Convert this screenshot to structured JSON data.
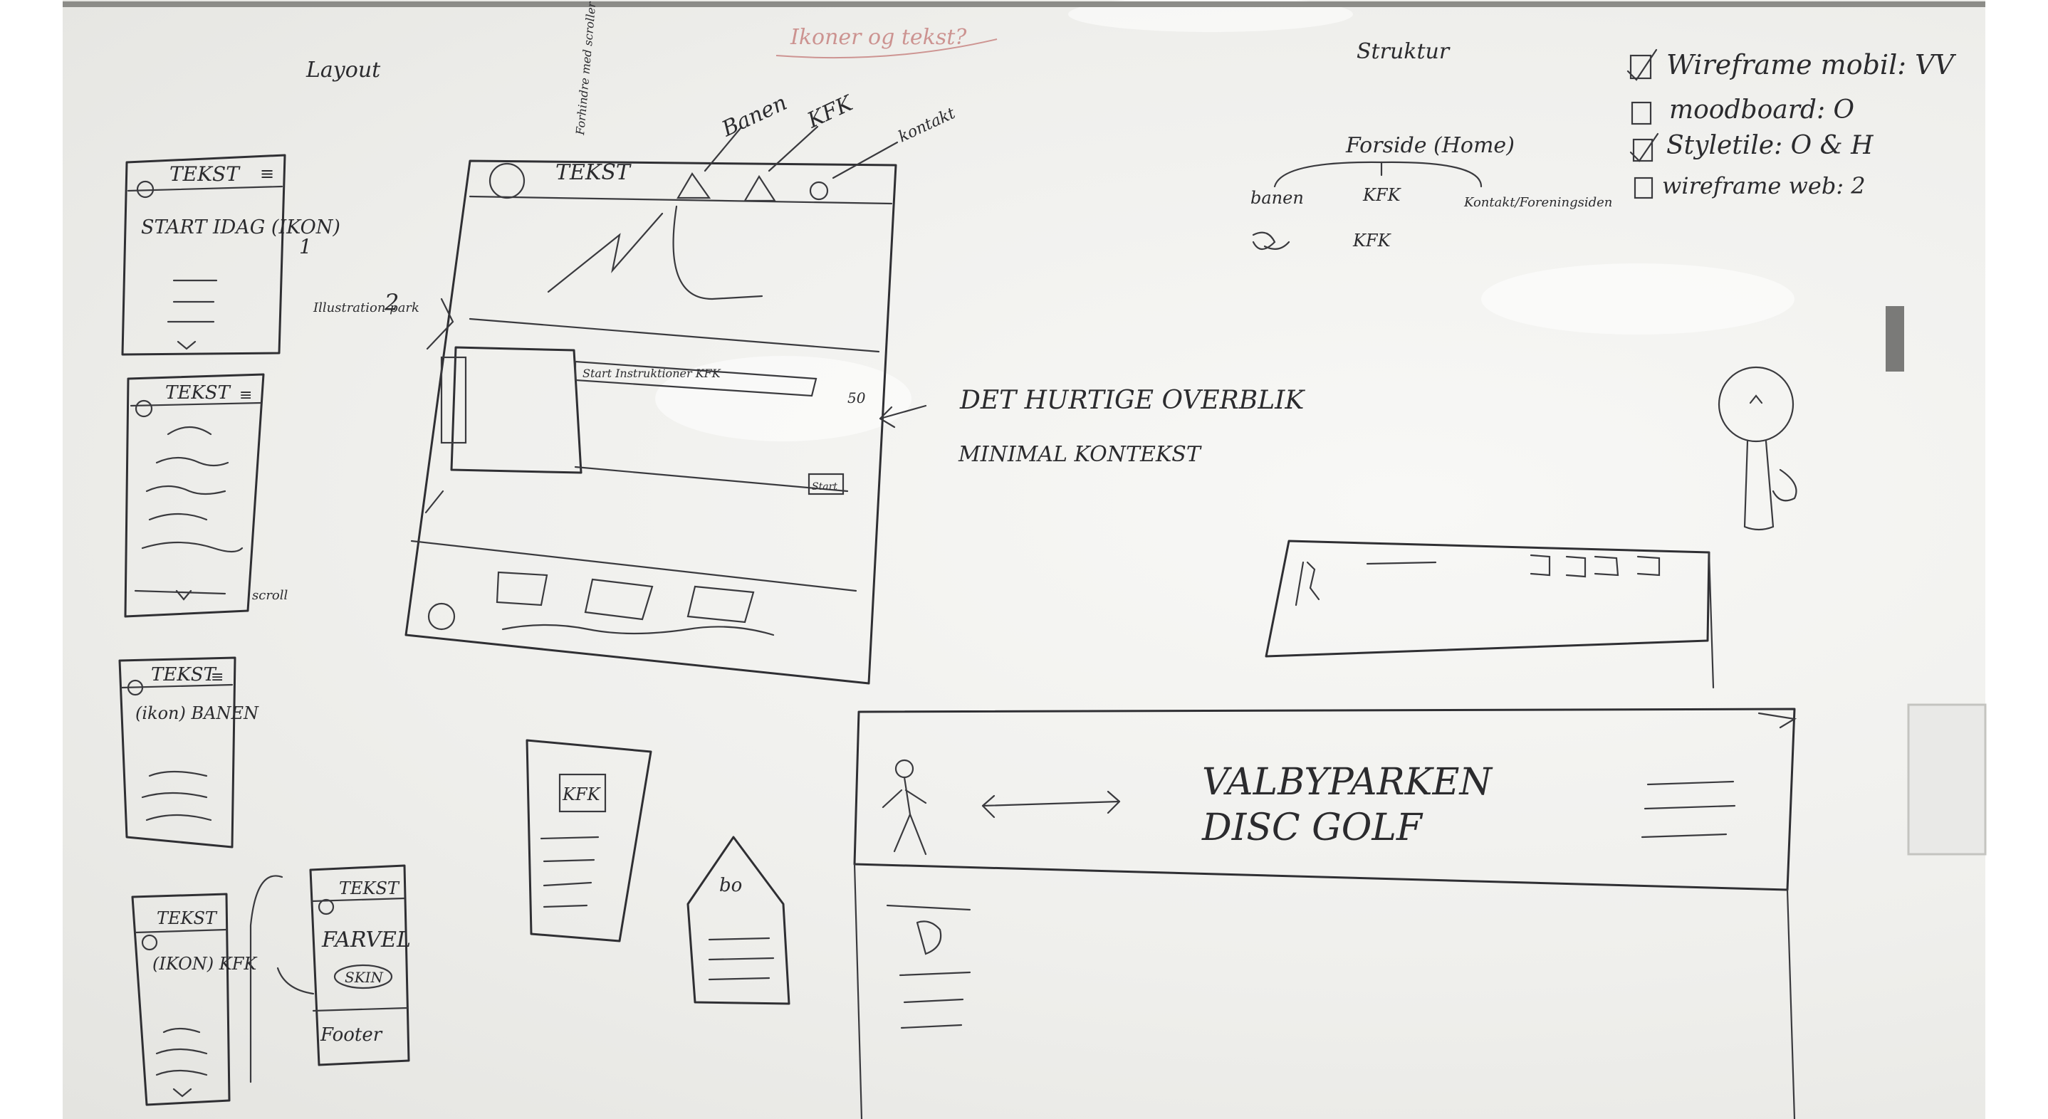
{
  "board": {
    "layout_heading": "Layout",
    "struktur_heading": "Struktur",
    "faint_header_note": "Ikoner og tekst?",
    "phone_screens": [
      {
        "title": "TEKST",
        "body": "START IDAG (IKON)"
      },
      {
        "title": "TEKST",
        "body": ""
      },
      {
        "title": "TEKST",
        "body": "(ikon) BANEN"
      },
      {
        "title": "TEKST",
        "body": "(IKON) KFK"
      },
      {
        "title": "TEKST",
        "body": "FARVEL",
        "button": "SKIN",
        "footer": "Footer"
      }
    ],
    "phone_notes": {
      "number_one": "1",
      "scroll_note": "Illustration park",
      "number_two": "2",
      "scroll_label": "scroll"
    },
    "web_sketch": {
      "header_text": "TEKST",
      "nav_banen": "Banen",
      "nav_kfk": "KFK",
      "nav_kontakt": "kontakt",
      "vertical_note": "Forhindre med scroller",
      "card_tabs": "Start  Instruktioner  KFK",
      "card_badge": "50",
      "button_label": "Start"
    },
    "overview_notes": {
      "line1": "DET HURTIGE OVERBLIK",
      "line2": "MINIMAL KONTEKST"
    },
    "bottom_sketches": {
      "card_label": "KFK",
      "house_label": "bo"
    },
    "structure": {
      "root": "Forside (Home)",
      "children": [
        "banen",
        "KFK",
        "Kontakt/Foreningsiden"
      ],
      "sub_child": "KFK"
    },
    "checklist": [
      {
        "label": "Wireframe mobil: VV",
        "checked": true
      },
      {
        "label": "moodboard: O",
        "checked": false
      },
      {
        "label": "Styletile: O & H",
        "checked": true
      },
      {
        "label": "wireframe web: 2",
        "checked": false
      }
    ],
    "hero_sketch": {
      "title_line1": "VALBYPARKEN",
      "title_line2": "DISC GOLF"
    }
  }
}
